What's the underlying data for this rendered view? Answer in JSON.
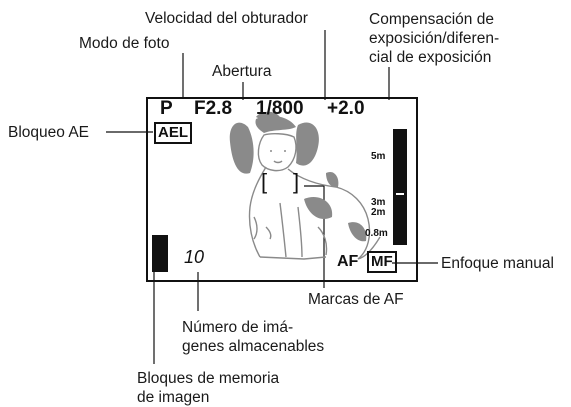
{
  "labels": {
    "velocidad": "Velocidad del obturador",
    "compensacion": [
      "Compensación de",
      "exposición/diferen-",
      "cial de exposición"
    ],
    "modo_foto": "Modo de foto",
    "abertura": "Abertura",
    "bloqueo_ae": "Bloqueo AE",
    "enfoque_manual": "Enfoque manual",
    "marcas_af": "Marcas de AF",
    "numero_imagenes": [
      "Número de imá-",
      "genes almacenables"
    ],
    "bloques_memoria": [
      "Bloques de memoria",
      "de imagen"
    ]
  },
  "display": {
    "mode": "P",
    "aperture": "F2.8",
    "shutter": "1/800",
    "exposure": "+2.0",
    "ael": "AEL",
    "frames": "10",
    "af": "AF",
    "mf": "MF",
    "focus_marks": {
      "left": "[",
      "right": "]"
    },
    "distance_scale": [
      "5m",
      "3m",
      "2m",
      "0.8m"
    ]
  },
  "colors": {
    "lcd_ink": "#111111",
    "dog": "#8a8a8a"
  }
}
